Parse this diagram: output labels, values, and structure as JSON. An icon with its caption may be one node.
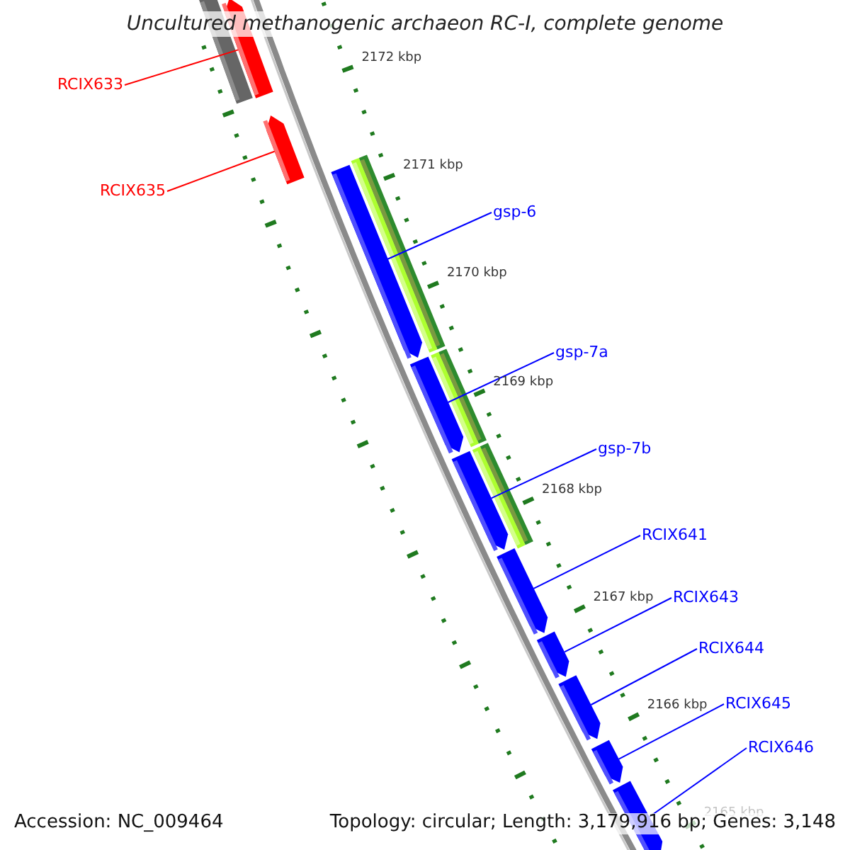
{
  "diagram": {
    "title": "Uncultured methanogenic archaeon RC-I, complete genome",
    "nodes": [
      {
        "text": [
          "RCIX633"
        ]
      },
      {
        "text": [
          "RCIX635"
        ]
      },
      {
        "text": [
          "gsp-6"
        ]
      },
      {
        "text": [
          "gsp-7a"
        ]
      },
      {
        "text": [
          "gsp-7b"
        ]
      },
      {
        "text": [
          "RCIX641"
        ]
      },
      {
        "text": [
          "RCIX643"
        ]
      },
      {
        "text": [
          "RCIX644"
        ]
      },
      {
        "text": [
          "RCIX645"
        ]
      },
      {
        "text": [
          "RCIX646"
        ]
      },
      {
        "text": [],
        "shape": "bar"
      },
      {
        "text": [],
        "shape": "bar"
      },
      {
        "text": [],
        "shape": "bar"
      },
      {
        "text": [],
        "shape": "bar"
      },
      {
        "text": [],
        "shape": "bar"
      },
      {
        "text": [],
        "shape": "bar"
      },
      {
        "text": [],
        "shape": "bar"
      },
      {
        "text": [],
        "shape": "bar"
      },
      {
        "text": [],
        "shape": "bar"
      },
      {
        "text": [],
        "shape": "bar"
      }
    ],
    "edges": [
      {
        "from": 0,
        "to": 10,
        "arrow": "none",
        "color": "#ff0000"
      },
      {
        "from": 1,
        "to": 11,
        "arrow": "none",
        "color": "#ff0000"
      },
      {
        "from": 2,
        "to": 12,
        "arrow": "none"
      },
      {
        "from": 3,
        "to": 13,
        "arrow": "none"
      },
      {
        "from": 4,
        "to": 14,
        "arrow": "none"
      },
      {
        "from": 5,
        "to": 15,
        "arrow": "none"
      },
      {
        "from": 6,
        "to": 16,
        "arrow": "none"
      },
      {
        "from": 7,
        "to": 17,
        "arrow": "none"
      },
      {
        "from": 8,
        "to": 18,
        "arrow": "none"
      },
      {
        "from": 9,
        "to": 19,
        "arrow": "none"
      }
    ],
    "labels": [
      "2172 kbp",
      "2171 kbp",
      "2170 kbp",
      "2169 kbp",
      "2168 kbp",
      "2167 kbp",
      "2166 kbp",
      "2165 kbp",
      "Accession: NC_009464",
      "Topology: circular; Length: 3,179,916 bp; Genes: 3,148"
    ]
  }
}
